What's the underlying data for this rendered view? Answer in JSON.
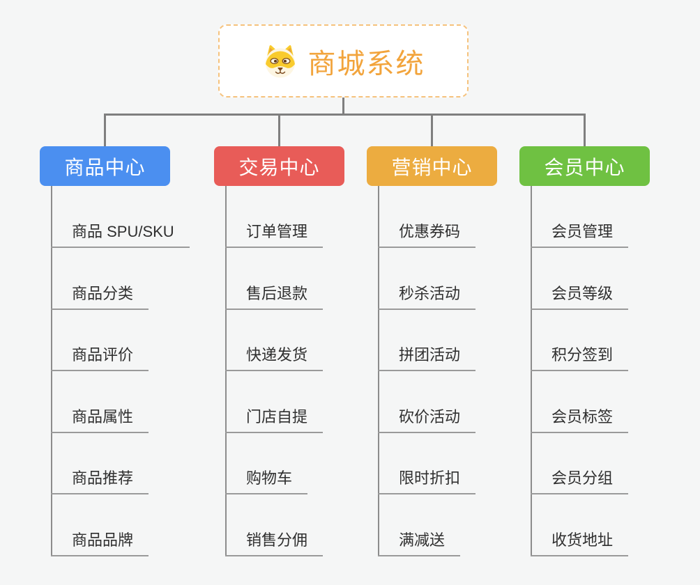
{
  "root": {
    "title": "商城系统",
    "icon": "dog-face-icon"
  },
  "branches": [
    {
      "label": "商品中心",
      "color": "#4b8ff0",
      "children": [
        "商品 SPU/SKU",
        "商品分类",
        "商品评价",
        "商品属性",
        "商品推荐",
        "商品品牌"
      ]
    },
    {
      "label": "交易中心",
      "color": "#e85c58",
      "children": [
        "订单管理",
        "售后退款",
        "快递发货",
        "门店自提",
        "购物车",
        "销售分佣"
      ]
    },
    {
      "label": "营销中心",
      "color": "#ecac40",
      "children": [
        "优惠券码",
        "秒杀活动",
        "拼团活动",
        "砍价活动",
        "限时折扣",
        "满减送"
      ]
    },
    {
      "label": "会员中心",
      "color": "#6fc142",
      "children": [
        "会员管理",
        "会员等级",
        "积分签到",
        "会员标签",
        "会员分组",
        "收货地址"
      ]
    }
  ],
  "colors": {
    "background": "#f5f6f6",
    "root_border": "#f6c27c",
    "root_title": "#f2a43c",
    "connector": "#7f7f7f",
    "leaf_underline": "#9a9a9a",
    "leaf_text": "#2f2f2f"
  }
}
